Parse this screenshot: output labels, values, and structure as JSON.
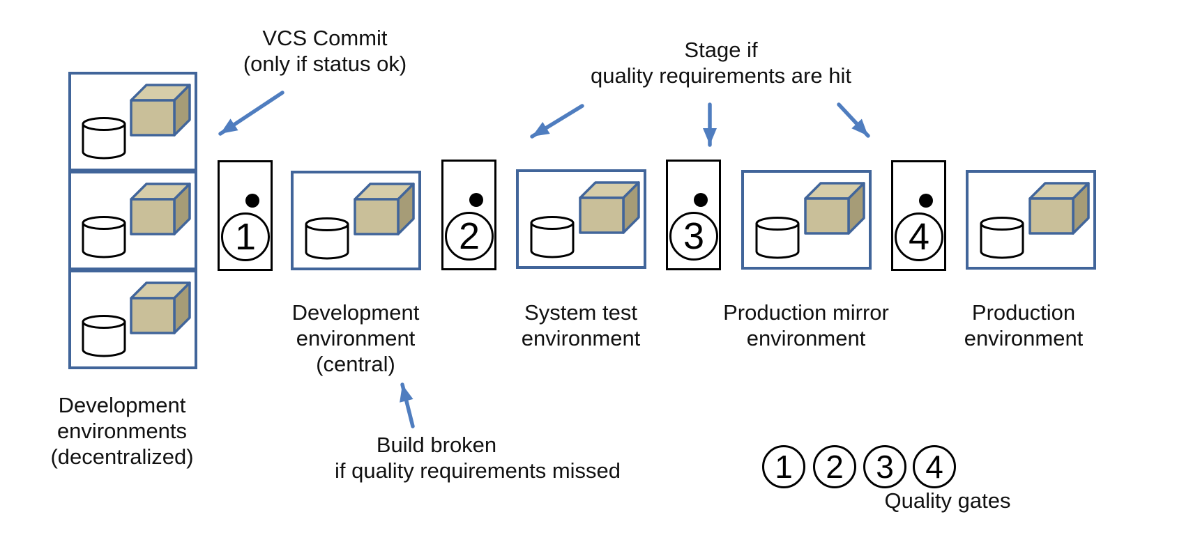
{
  "colors": {
    "background": "#ffffff",
    "box_border": "#41659a",
    "cube_front": "#c9bf99",
    "cube_top": "#d6cda9",
    "cube_side": "#a69c77",
    "cube_border": "#41659a",
    "arrow": "#4f7dbf",
    "gate_border": "#000000",
    "gate_fill": "#ffffff",
    "dot": "#000000",
    "text": "#111111"
  },
  "annotations": {
    "vcs_commit": {
      "lines": [
        "VCS Commit",
        "(only if status ok)"
      ]
    },
    "stage_if": {
      "lines": [
        "Stage if",
        "quality requirements are hit"
      ]
    },
    "build_broken": {
      "lines": [
        "Build broken",
        "if quality requirements missed"
      ]
    }
  },
  "environments": [
    {
      "id": "decentralized",
      "instances": 3,
      "label_lines": [
        "Development",
        "environments",
        "(decentralized)"
      ]
    },
    {
      "id": "central",
      "label_lines": [
        "Development",
        "environment",
        "(central)"
      ]
    },
    {
      "id": "system_test",
      "label_lines": [
        "System test",
        "environment"
      ]
    },
    {
      "id": "production_mirror",
      "label_lines": [
        "Production mirror",
        "environment"
      ]
    },
    {
      "id": "production",
      "label_lines": [
        "Production",
        "environment"
      ]
    }
  ],
  "gates": [
    {
      "number": "1"
    },
    {
      "number": "2"
    },
    {
      "number": "3"
    },
    {
      "number": "4"
    }
  ],
  "legend": {
    "numbers": [
      "1",
      "2",
      "3",
      "4"
    ],
    "label": "Quality gates"
  },
  "icons": {
    "cylinder": "database-cylinder-icon",
    "cube": "artifact-cube-icon",
    "gate_dot": "status-dot-icon"
  }
}
